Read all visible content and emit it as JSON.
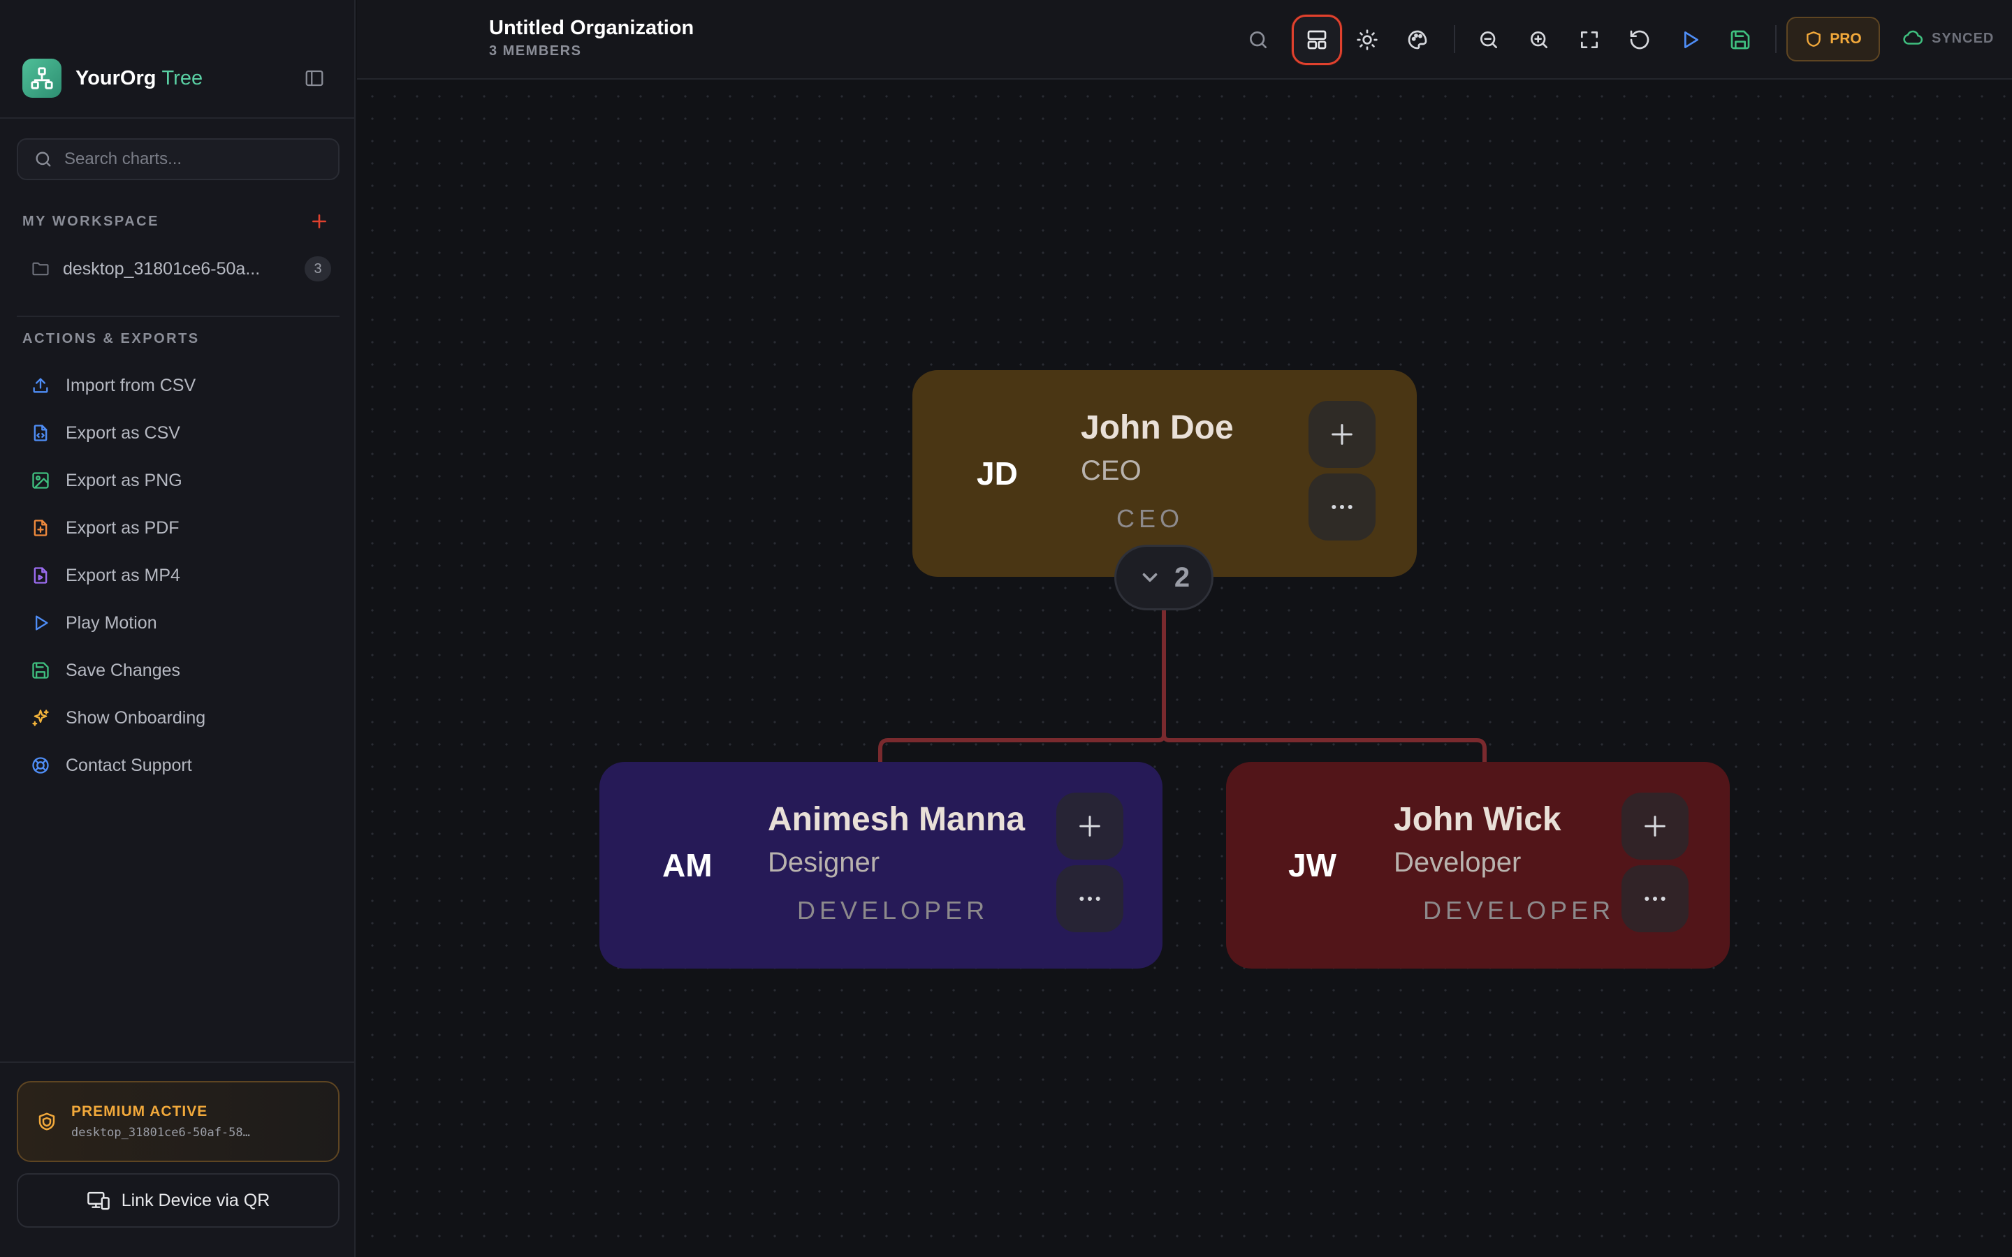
{
  "sidebar": {
    "brand": {
      "name": "YourOrg",
      "accent": "Tree"
    },
    "search": {
      "placeholder": "Search charts..."
    },
    "workspace": {
      "title": "MY WORKSPACE",
      "items": [
        {
          "label": "desktop_31801ce6-50a...",
          "count": "3"
        }
      ]
    },
    "actions_title": "ACTIONS & EXPORTS",
    "actions": [
      {
        "label": "Import from CSV",
        "icon": "upload-icon",
        "color": "#4f8ef7"
      },
      {
        "label": "Export as CSV",
        "icon": "file-csv-icon",
        "color": "#4f8ef7"
      },
      {
        "label": "Export as PNG",
        "icon": "image-icon",
        "color": "#3fbf7f"
      },
      {
        "label": "Export as PDF",
        "icon": "file-pdf-icon",
        "color": "#f08a3c"
      },
      {
        "label": "Export as MP4",
        "icon": "file-video-icon",
        "color": "#9b6cf0"
      },
      {
        "label": "Play Motion",
        "icon": "play-icon",
        "color": "#4f8ef7"
      },
      {
        "label": "Save Changes",
        "icon": "save-icon",
        "color": "#3fbf7f"
      },
      {
        "label": "Show Onboarding",
        "icon": "sparkles-icon",
        "color": "#f2b33b"
      },
      {
        "label": "Contact Support",
        "icon": "lifebuoy-icon",
        "color": "#4f8ef7"
      }
    ],
    "premium": {
      "title": "PREMIUM ACTIVE",
      "id": "desktop_31801ce6-50af-58…"
    },
    "link_device": {
      "label": "Link Device via QR"
    }
  },
  "header": {
    "title": "Untitled Organization",
    "subtitle": "3 MEMBERS",
    "pro_label": "PRO",
    "sync_label": "SYNCED",
    "active_tool": "layout"
  },
  "chart": {
    "nodes": [
      {
        "id": "ceo",
        "initials": "JD",
        "name": "John Doe",
        "role": "CEO",
        "department": "CEO",
        "color": "#4a3614"
      },
      {
        "id": "am",
        "initials": "AM",
        "name": "Animesh Manna",
        "role": "Designer",
        "department": "DEVELOPER",
        "color": "#261a57"
      },
      {
        "id": "jw",
        "initials": "JW",
        "name": "John Wick",
        "role": "Developer",
        "department": "DEVELOPER",
        "color": "#521519"
      }
    ],
    "collapse": {
      "count": "2"
    },
    "connector_color": "#7a2a2e"
  },
  "colors": {
    "accent_green": "#5ad0a4",
    "accent_red": "#e0412e",
    "accent_gold": "#f2a93b",
    "background": "#111216"
  }
}
